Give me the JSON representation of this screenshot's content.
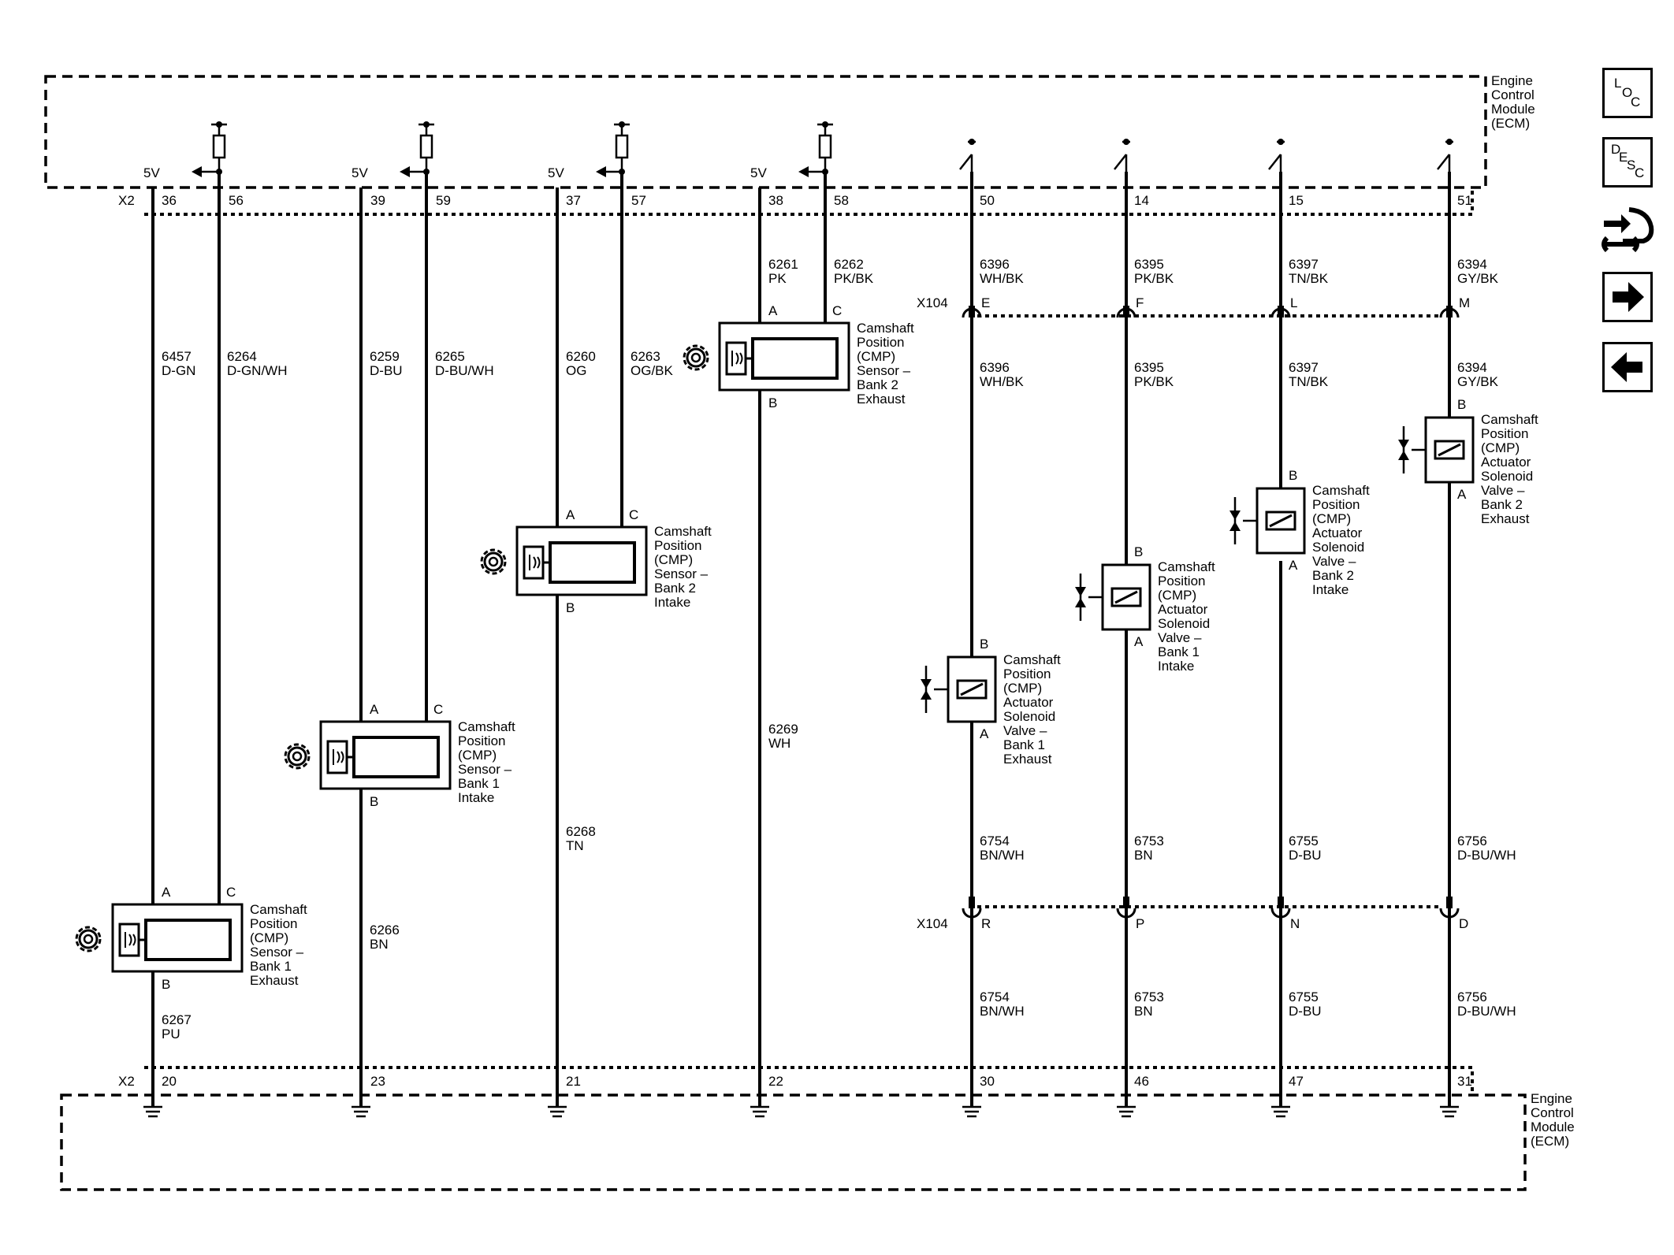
{
  "ecm": {
    "top_lines": [
      "Engine",
      "Control",
      "Module",
      "(ECM)"
    ],
    "bottom_lines": [
      "Engine",
      "Control",
      "Module",
      "(ECM)"
    ]
  },
  "connectors": {
    "x2": "X2",
    "x104": "X104",
    "supply": "5V"
  },
  "ecm_pins_top": [
    "36",
    "56",
    "39",
    "59",
    "37",
    "57",
    "38",
    "58",
    "50",
    "14",
    "15",
    "51"
  ],
  "ecm_pins_bottom": [
    "20",
    "23",
    "21",
    "22",
    "30",
    "46",
    "47",
    "31"
  ],
  "wires": {
    "w6457": [
      "6457",
      "D-GN"
    ],
    "w6264": [
      "6264",
      "D-GN/WH"
    ],
    "w6259": [
      "6259",
      "D-BU"
    ],
    "w6265": [
      "6265",
      "D-BU/WH"
    ],
    "w6260": [
      "6260",
      "OG"
    ],
    "w6263": [
      "6263",
      "OG/BK"
    ],
    "w6261": [
      "6261",
      "PK"
    ],
    "w6262": [
      "6262",
      "PK/BK"
    ],
    "w6267": [
      "6267",
      "PU"
    ],
    "w6266": [
      "6266",
      "BN"
    ],
    "w6268": [
      "6268",
      "TN"
    ],
    "w6269": [
      "6269",
      "WH"
    ],
    "w6396": [
      "6396",
      "WH/BK"
    ],
    "w6395": [
      "6395",
      "PK/BK"
    ],
    "w6397": [
      "6397",
      "TN/BK"
    ],
    "w6394": [
      "6394",
      "GY/BK"
    ],
    "w6754": [
      "6754",
      "BN/WH"
    ],
    "w6753": [
      "6753",
      "BN"
    ],
    "w6755": [
      "6755",
      "D-BU"
    ],
    "w6756": [
      "6756",
      "D-BU/WH"
    ]
  },
  "x104_pins_top": [
    "E",
    "F",
    "L",
    "M"
  ],
  "x104_pins_bottom": [
    "R",
    "P",
    "N",
    "D"
  ],
  "pin_letters": {
    "a": "A",
    "b": "B",
    "c": "C"
  },
  "components": {
    "cmp_b1_exh": [
      "Camshaft",
      "Position",
      "(CMP)",
      "Sensor –",
      "Bank 1",
      "Exhaust"
    ],
    "cmp_b1_int": [
      "Camshaft",
      "Position",
      "(CMP)",
      "Sensor –",
      "Bank 1",
      "Intake"
    ],
    "cmp_b2_int": [
      "Camshaft",
      "Position",
      "(CMP)",
      "Sensor –",
      "Bank 2",
      "Intake"
    ],
    "cmp_b2_exh": [
      "Camshaft",
      "Position",
      "(CMP)",
      "Sensor –",
      "Bank 2",
      "Exhaust"
    ],
    "sol_b1_exh": [
      "Camshaft",
      "Position",
      "(CMP)",
      "Actuator",
      "Solenoid",
      "Valve –",
      "Bank 1",
      "Exhaust"
    ],
    "sol_b1_int": [
      "Camshaft",
      "Position",
      "(CMP)",
      "Actuator",
      "Solenoid",
      "Valve –",
      "Bank 1",
      "Intake"
    ],
    "sol_b2_int": [
      "Camshaft",
      "Position",
      "(CMP)",
      "Actuator",
      "Solenoid",
      "Valve –",
      "Bank 2",
      "Intake"
    ],
    "sol_b2_exh": [
      "Camshaft",
      "Position",
      "(CMP)",
      "Actuator",
      "Solenoid",
      "Valve –",
      "Bank 2",
      "Exhaust"
    ]
  },
  "nav": {
    "loc": [
      "L",
      "O",
      "C"
    ],
    "desc": [
      "D",
      "E",
      "S",
      "C"
    ],
    "tool_icon": "wiring-tool-icon",
    "next_icon": "arrow-right-icon",
    "prev_icon": "arrow-left-icon"
  }
}
